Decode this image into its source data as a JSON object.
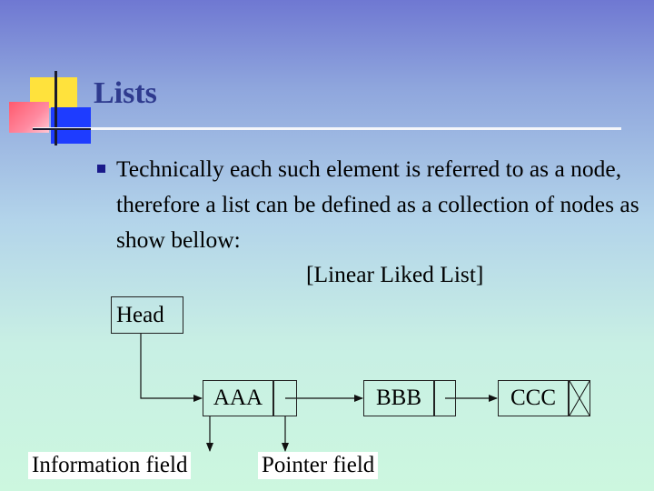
{
  "slide": {
    "title": "Lists",
    "bullet": "Technically each such element is referred to as a node, therefore a list can be defined as a collection of nodes as show bellow:",
    "caption": "[Linear Liked List]"
  },
  "diagram": {
    "head_label": "Head",
    "nodes": [
      {
        "info": "AAA"
      },
      {
        "info": "BBB"
      },
      {
        "info": "CCC"
      }
    ],
    "information_field_label": "Information field",
    "pointer_field_label": "Pointer field"
  }
}
